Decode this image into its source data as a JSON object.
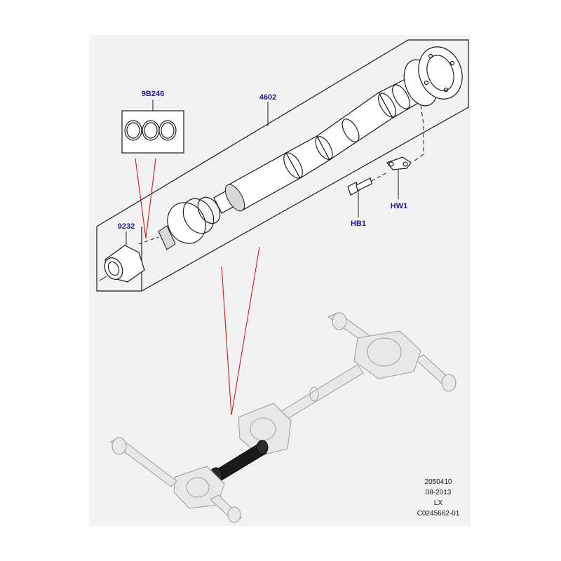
{
  "labels": {
    "rings": "9B246",
    "shaft": "4602",
    "nut": "9232",
    "bolt": "HB1",
    "washer": "HW1"
  },
  "reference": {
    "code": "2050410",
    "date": "08-2013",
    "model": "LX",
    "drawing": "C0245662-01"
  }
}
